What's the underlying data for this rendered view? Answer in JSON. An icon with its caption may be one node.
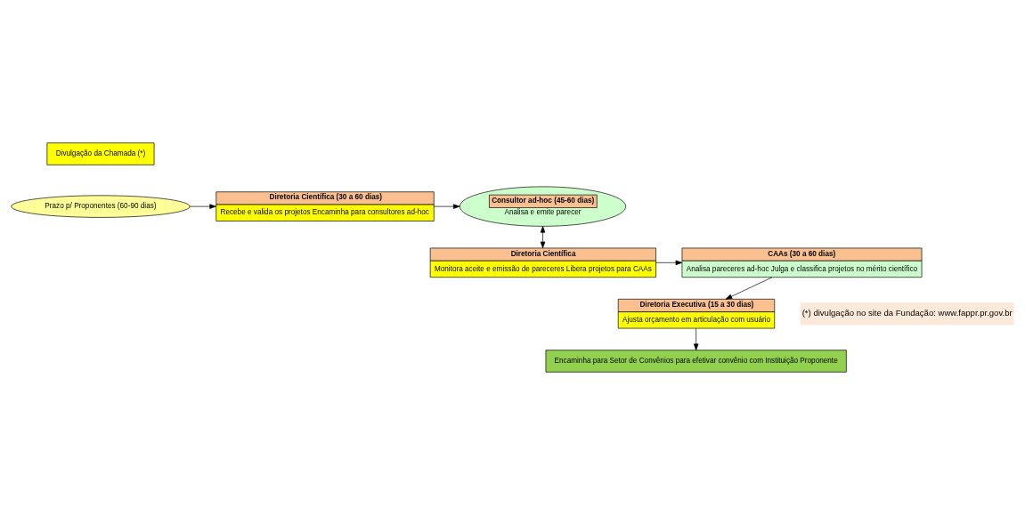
{
  "diagram": {
    "nodes": [
      {
        "text": [
          "Divulgação da Chamada (*)"
        ]
      },
      {
        "text": [
          "Prazo p/ Proponentes (60-90 dias)"
        ]
      },
      {
        "text": [
          "Diretoria Científica (30 a 60 dias)",
          "Recebe e valida os projetos Encaminha para consultores ad-hoc"
        ]
      },
      {
        "text": [
          "Consultor ad-hoc (45-60 dias)",
          "Analisa e emite parecer"
        ]
      },
      {
        "text": [
          "Diretoria Científica",
          "Monitora aceite e emissão de pareceres Libera projetos para CAAs"
        ]
      },
      {
        "text": [
          "CAAs (30 a 60 dias)",
          "Analisa pareceres ad-hoc Julga e classifica projetos no mérito científico"
        ]
      },
      {
        "text": [
          "Diretoria Executiva (15 a 30 dias)",
          "Ajusta orçamento em articulação com usuário"
        ]
      },
      {
        "text": [
          "Encaminha para Setor de Convênios para efetivar convênio com Instituição Proponente"
        ]
      }
    ],
    "edges": [
      {
        "from": 1,
        "to": 2,
        "arrow": "to"
      },
      {
        "from": 2,
        "to": 3,
        "arrow": "to"
      },
      {
        "from": 3,
        "to": 4,
        "arrow": "both"
      },
      {
        "from": 4,
        "to": 5,
        "arrow": "to"
      },
      {
        "from": 5,
        "to": 6,
        "arrow": "to"
      },
      {
        "from": 6,
        "to": 7,
        "arrow": "to"
      }
    ],
    "labels": [
      "(*) divulgação no site da Fundação: www.fappr.pr.gov.br"
    ]
  }
}
